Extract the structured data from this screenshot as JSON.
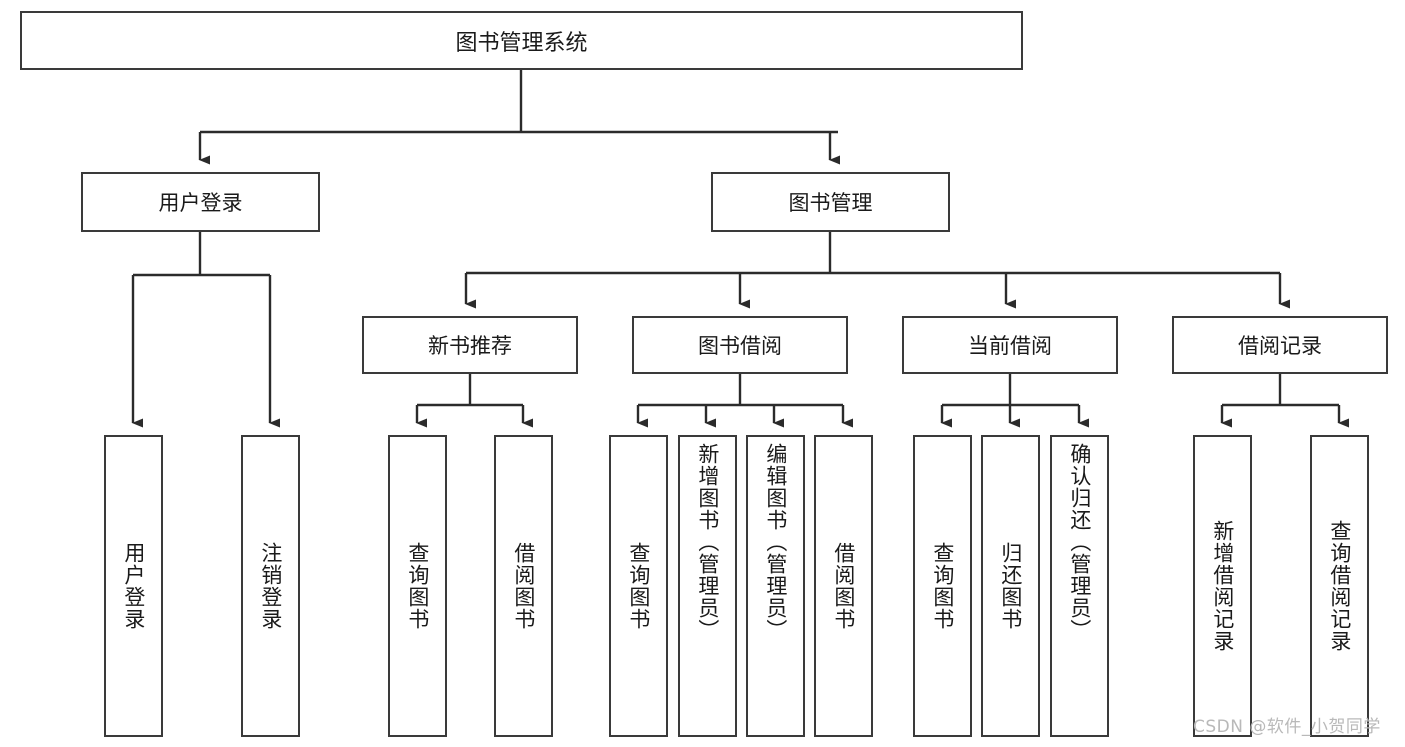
{
  "diagram": {
    "title": "图书管理系统",
    "type": "tree-hierarchy-chart",
    "root": {
      "id": "root",
      "label": "图书管理系统"
    },
    "level1": [
      {
        "id": "user-login",
        "label": "用户登录"
      },
      {
        "id": "book-manage",
        "label": "图书管理"
      }
    ],
    "level2": [
      {
        "id": "new-book-recommend",
        "label": "新书推荐"
      },
      {
        "id": "book-borrow",
        "label": "图书借阅"
      },
      {
        "id": "current-borrow",
        "label": "当前借阅"
      },
      {
        "id": "borrow-record",
        "label": "借阅记录"
      }
    ],
    "leaves": {
      "user_login": [
        {
          "id": "leaf-user-login",
          "label": "用户登录"
        },
        {
          "id": "leaf-user-logout",
          "label": "注销登录"
        }
      ],
      "new_book_recommend": [
        {
          "id": "leaf-query-book-1",
          "label": "查询图书"
        },
        {
          "id": "leaf-borrow-book-1",
          "label": "借阅图书"
        }
      ],
      "book_borrow": [
        {
          "id": "leaf-query-book-2",
          "label": "查询图书"
        },
        {
          "id": "leaf-add-book",
          "label": "新增图书（管理员）"
        },
        {
          "id": "leaf-edit-book",
          "label": "编辑图书（管理员）"
        },
        {
          "id": "leaf-borrow-book-2",
          "label": "借阅图书"
        }
      ],
      "current_borrow": [
        {
          "id": "leaf-query-book-3",
          "label": "查询图书"
        },
        {
          "id": "leaf-return-book",
          "label": "归还图书"
        },
        {
          "id": "leaf-confirm-return",
          "label": "确认归还（管理员）"
        }
      ],
      "borrow_record": [
        {
          "id": "leaf-add-record",
          "label": "新增借阅记录"
        },
        {
          "id": "leaf-query-record",
          "label": "查询借阅记录"
        }
      ]
    }
  },
  "watermark": {
    "text": "CSDN @软件_小贺同学"
  },
  "colors": {
    "box_border": "#3a3a3a",
    "box_fill": "#ffffff",
    "edge": "#2b2b2b",
    "text": "#1a1a1a",
    "watermark": "#b9b9b9",
    "background": "#ffffff"
  }
}
